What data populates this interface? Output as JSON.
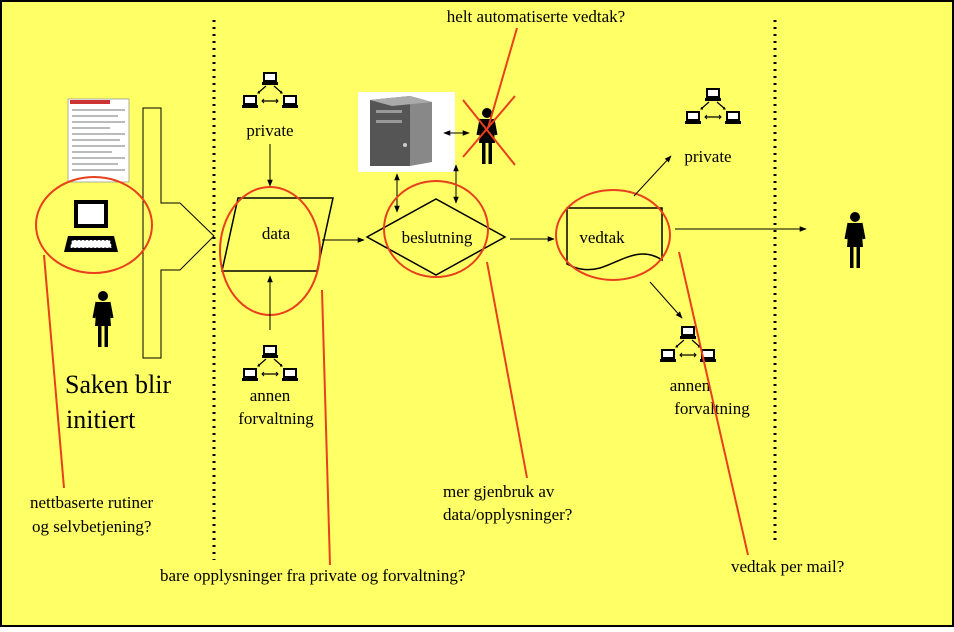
{
  "colors": {
    "background": "#FFFF66",
    "border": "#000000",
    "highlight": "#E8401C",
    "cross": "#E8401C"
  },
  "labels": {
    "top_question": "helt automatiserte vedtak?",
    "private_in": "private",
    "data": "data",
    "beslutning": "beslutning",
    "vedtak": "vedtak",
    "private_out": "private",
    "annen_in_1": "annen",
    "annen_in_2": "forvaltning",
    "annen_out_1": "annen",
    "annen_out_2": "forvaltning",
    "saken_1": "Saken blir",
    "saken_2": "initiert",
    "nett_1": "nettbaserte rutiner",
    "nett_2": "og selvbetjening?",
    "gjenbruk_1": "mer gjenbruk av",
    "gjenbruk_2": "data/opplysninger?",
    "bare": "bare opplysninger fra private og forvaltning?",
    "mail": "vedtak per mail?"
  },
  "icons": {
    "network_icon": "network-icon",
    "person_icon": "person-icon",
    "computer_icon": "laptop-icon",
    "server_icon": "server-icon",
    "form_icon": "paper-form-icon"
  }
}
